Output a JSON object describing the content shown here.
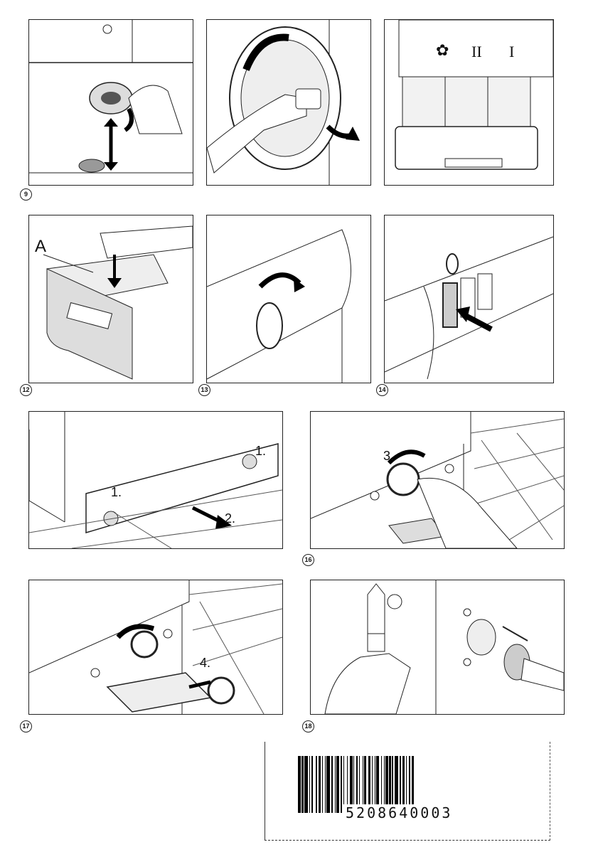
{
  "figures": [
    {
      "id": "fig9",
      "number": "9"
    },
    {
      "id": "fig10",
      "number": ""
    },
    {
      "id": "fig11",
      "number": "",
      "compartments": [
        "✿",
        "II",
        "I"
      ]
    },
    {
      "id": "fig12",
      "number": "12",
      "callout": "A"
    },
    {
      "id": "fig13",
      "number": "13"
    },
    {
      "id": "fig14",
      "number": "14"
    },
    {
      "id": "fig15",
      "number": "",
      "steps": [
        "1.",
        "1.",
        "2."
      ]
    },
    {
      "id": "fig16",
      "number": "16",
      "steps": [
        "3."
      ]
    },
    {
      "id": "fig17",
      "number": "17",
      "steps": [
        "4."
      ]
    },
    {
      "id": "fig18",
      "number": "18"
    }
  ],
  "labels": {
    "n9": "9",
    "n12": "12",
    "n13": "13",
    "n14": "14",
    "n16": "16",
    "n17": "17",
    "n18": "18"
  },
  "barcode": {
    "digits": "5208640003"
  }
}
